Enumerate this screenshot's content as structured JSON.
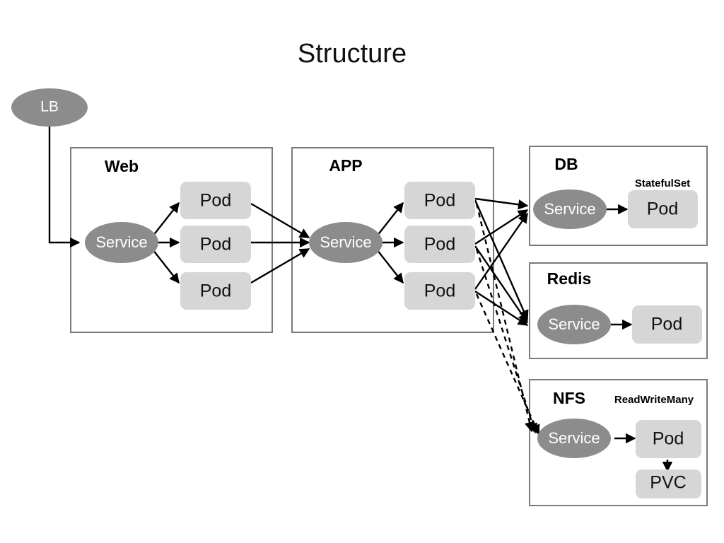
{
  "page": {
    "title": "Structure",
    "background": "#ffffff"
  },
  "colors": {
    "service_fill": "#8c8c8c",
    "pod_fill": "#d6d6d6",
    "box_stroke": "#7a7a7a",
    "edge": "#000000",
    "text_dark": "#111111",
    "text_light": "#ffffff"
  },
  "nodes": {
    "lb": {
      "label": "LB"
    }
  },
  "groups": [
    {
      "id": "web",
      "title": "Web",
      "service_label": "Service",
      "pods": [
        {
          "label": "Pod"
        },
        {
          "label": "Pod"
        },
        {
          "label": "Pod"
        }
      ]
    },
    {
      "id": "app",
      "title": "APP",
      "service_label": "Service",
      "pods": [
        {
          "label": "Pod"
        },
        {
          "label": "Pod"
        },
        {
          "label": "Pod"
        }
      ]
    },
    {
      "id": "db",
      "title": "DB",
      "annotation": "StatefulSet",
      "service_label": "Service",
      "pods": [
        {
          "label": "Pod"
        }
      ]
    },
    {
      "id": "redis",
      "title": "Redis",
      "annotation": "",
      "service_label": "Service",
      "pods": [
        {
          "label": "Pod"
        }
      ]
    },
    {
      "id": "nfs",
      "title": "NFS",
      "annotation": "ReadWriteMany",
      "service_label": "Service",
      "pods": [
        {
          "label": "Pod"
        }
      ],
      "storage": {
        "label": "PVC"
      }
    }
  ],
  "edges": {
    "lb_to_web_service": "solid",
    "web_service_to_pods": "solid",
    "web_pods_to_app_service": "solid",
    "app_service_to_pods": "solid",
    "app_pods_to_db_service": "solid",
    "app_pods_to_redis_service": "solid",
    "app_pods_to_nfs_service": "dashed",
    "db_service_to_pod": "solid",
    "redis_service_to_pod": "solid",
    "nfs_service_to_pod": "solid",
    "nfs_pod_to_pvc": "solid"
  }
}
